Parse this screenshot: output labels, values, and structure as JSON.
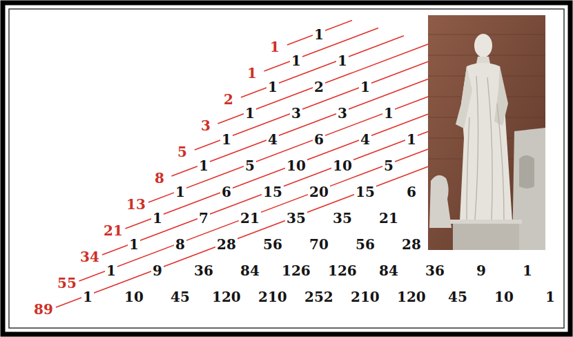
{
  "diagram": {
    "labels": [
      "1",
      "1",
      "1",
      "1",
      "1",
      "2",
      "1",
      "2",
      "1",
      "3",
      "1",
      "3",
      "3",
      "1",
      "5",
      "1",
      "4",
      "6",
      "4",
      "1",
      "8",
      "1",
      "5",
      "10",
      "10",
      "5",
      "13",
      "1",
      "6",
      "15",
      "20",
      "15",
      "6",
      "21",
      "1",
      "7",
      "21",
      "35",
      "35",
      "21",
      "34",
      "1",
      "8",
      "28",
      "56",
      "70",
      "56",
      "28",
      "55",
      "1",
      "9",
      "36",
      "84",
      "126",
      "126",
      "84",
      "36",
      "9",
      "1",
      "89",
      "1",
      "10",
      "45",
      "120",
      "210",
      "252",
      "210",
      "120",
      "45",
      "10",
      "1"
    ]
  }
}
